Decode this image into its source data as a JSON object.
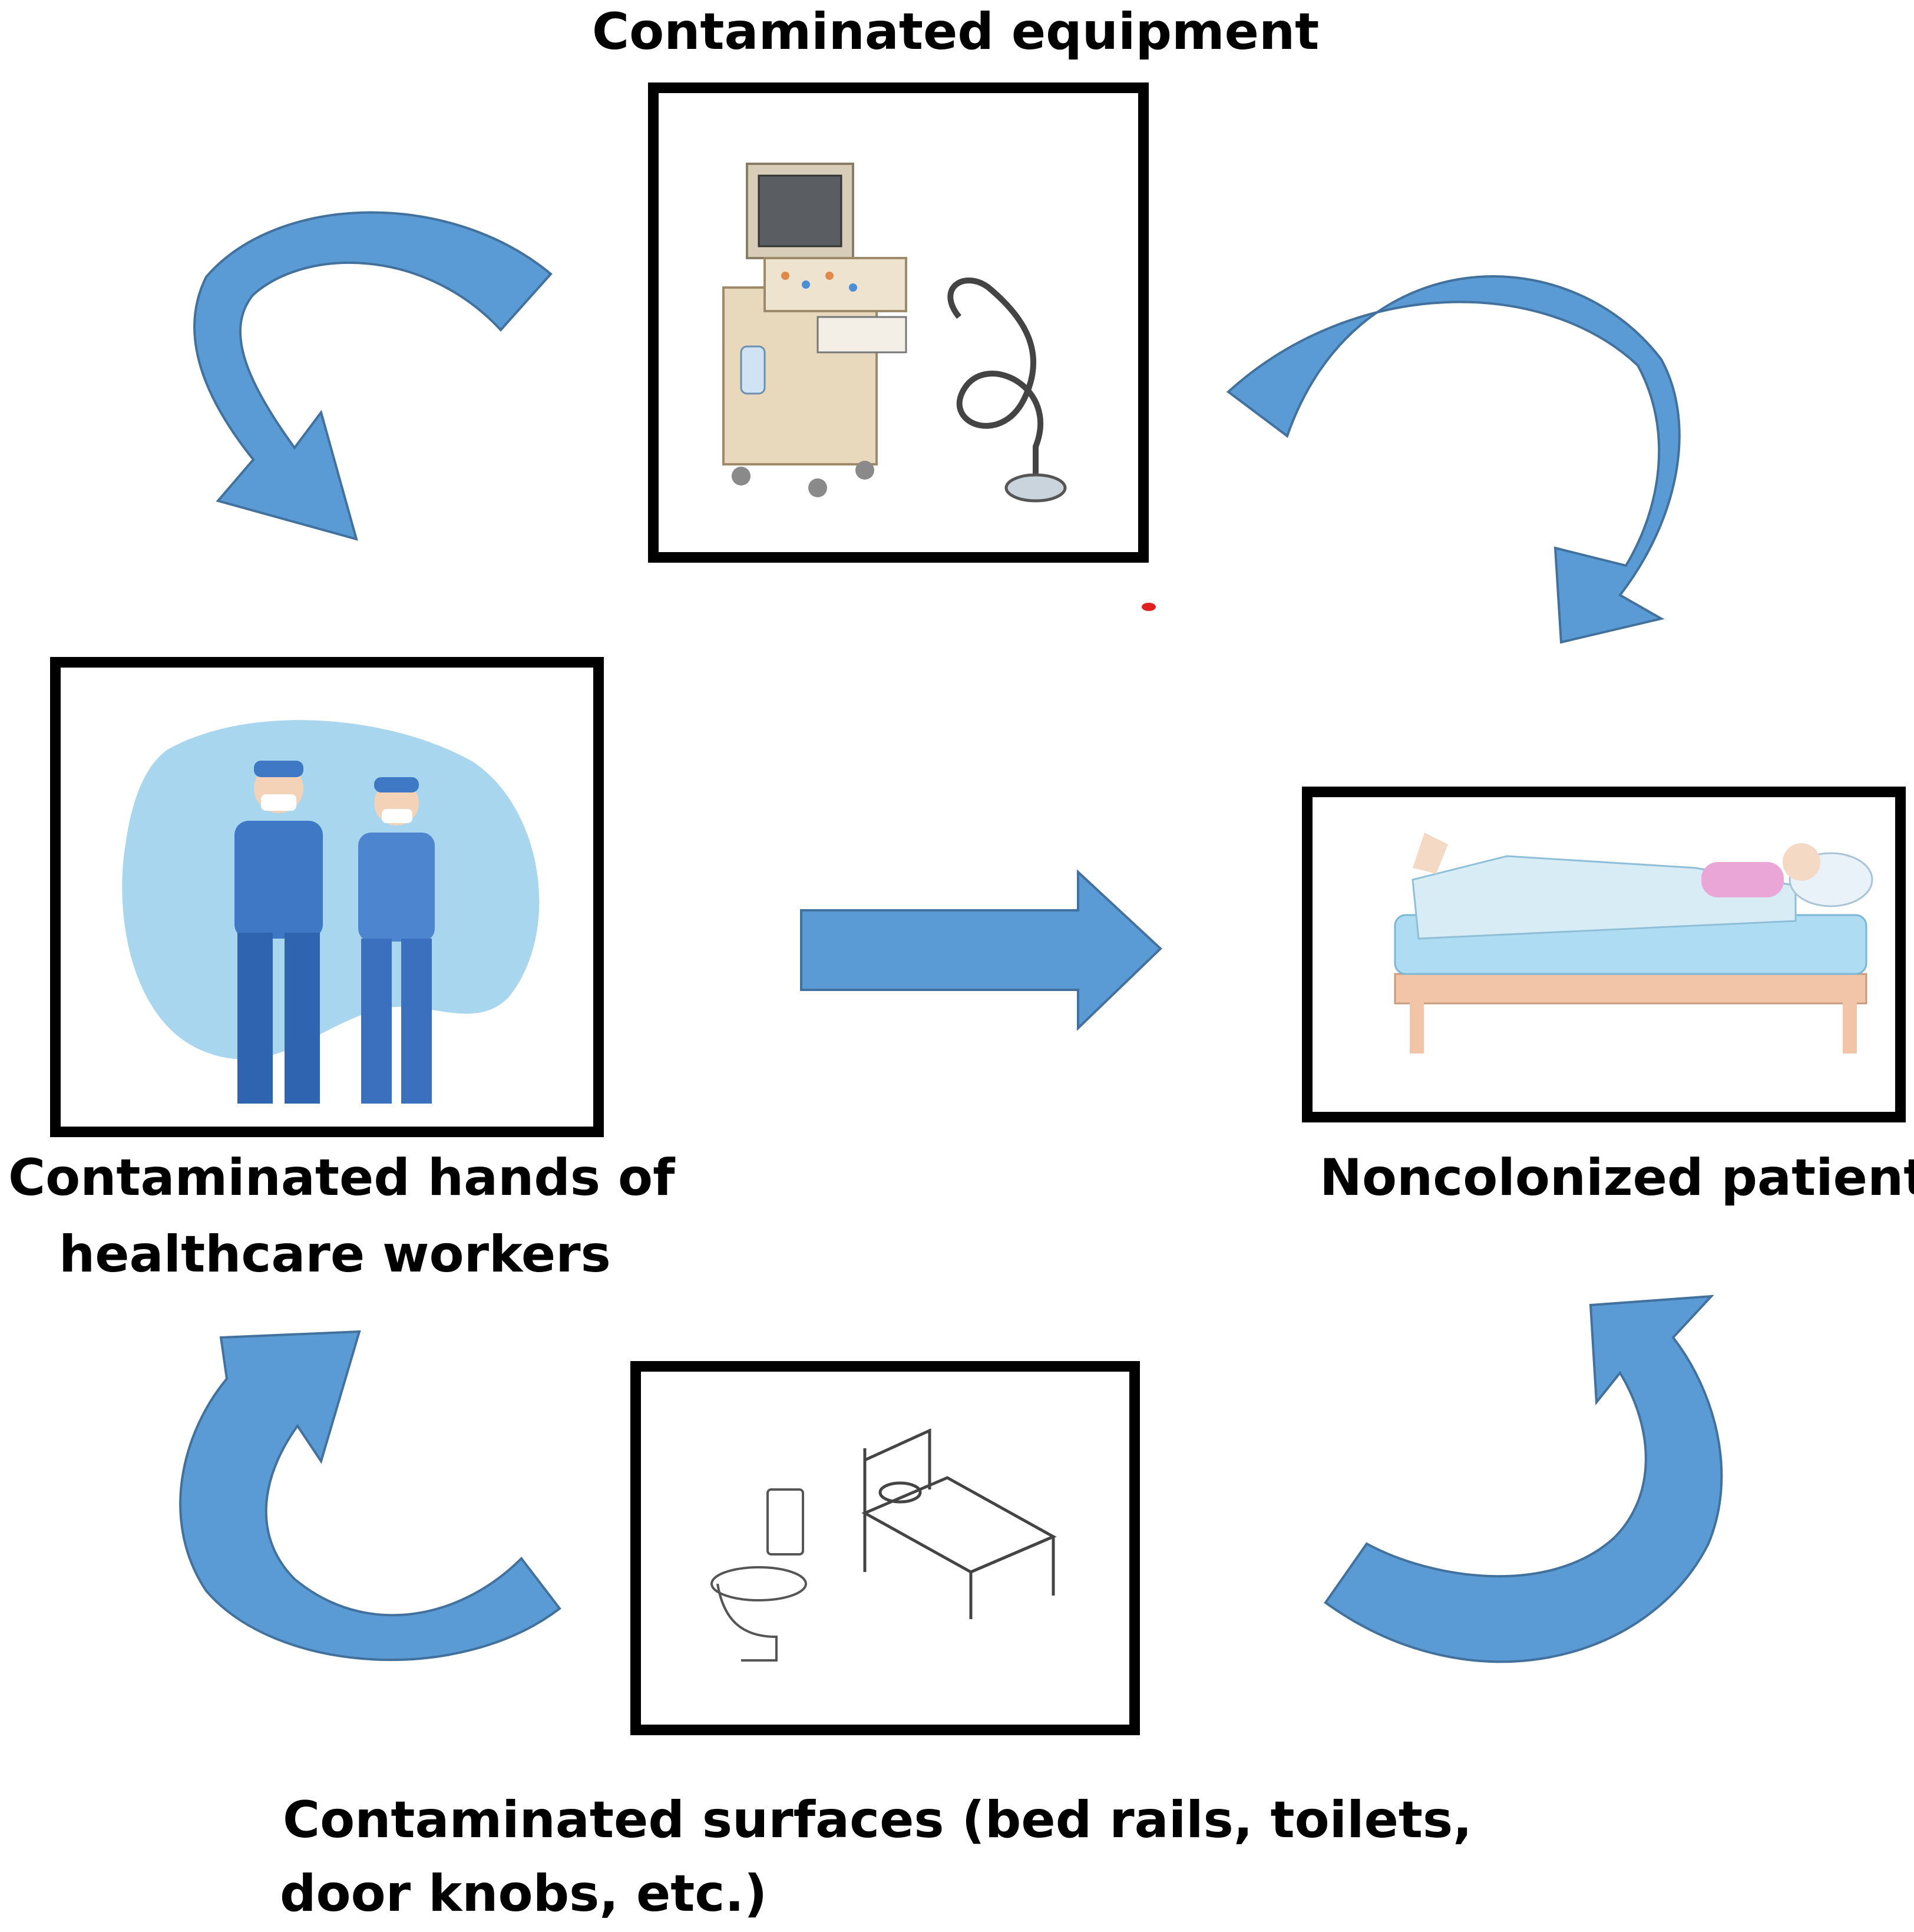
{
  "labels": {
    "equipment": "Contaminated equipment",
    "hands_line1": "Contaminated hands of",
    "hands_line2": "healthcare workers",
    "patient": "Noncolonized patient",
    "surfaces_line1": "Contaminated surfaces (bed rails, toilets,",
    "surfaces_line2": "door knobs, etc.)"
  },
  "colors": {
    "arrow_fill": "#5b9bd5",
    "arrow_shadow": "#41719c",
    "box_border": "#000000",
    "hands_bg": "#9fd2ec",
    "scrubs": "#3f78c4"
  }
}
